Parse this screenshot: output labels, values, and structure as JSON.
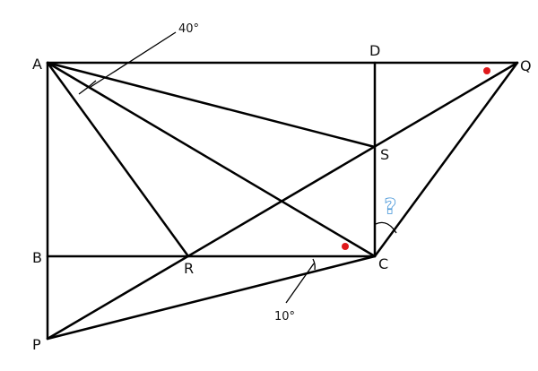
{
  "points": {
    "A": "A",
    "B": "B",
    "C": "C",
    "D": "D",
    "P": "P",
    "Q": "Q",
    "R": "R",
    "S": "S"
  },
  "angle_labels": {
    "angle_A": "40°",
    "angle_C": "10°",
    "unknown": "?"
  },
  "colors": {
    "line": "#000000",
    "marker": "#e0191b",
    "question": "#3b8fd6"
  }
}
